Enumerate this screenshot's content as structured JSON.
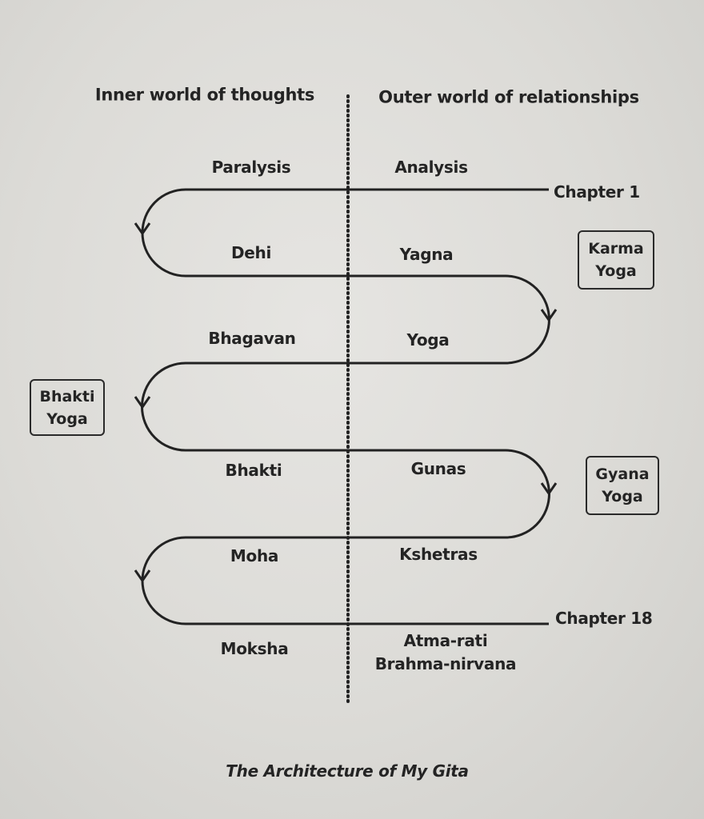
{
  "headers": {
    "inner": "Inner world of thoughts",
    "outer": "Outer world of relationships"
  },
  "rows": [
    {
      "inner": "Paralysis",
      "outer": "Analysis"
    },
    {
      "inner": "Dehi",
      "outer": "Yagna"
    },
    {
      "inner": "Bhagavan",
      "outer": "Yoga"
    },
    {
      "inner": "Bhakti",
      "outer": "Gunas"
    },
    {
      "inner": "Moha",
      "outer": "Kshetras"
    },
    {
      "inner": "Moksha",
      "outer": "Atma-rati",
      "outer_line2": "Brahma-nirvana"
    }
  ],
  "chapters": {
    "start": "Chapter 1",
    "end": "Chapter 18"
  },
  "boxes": {
    "karma": {
      "line1": "Karma",
      "line2": "Yoga"
    },
    "bhakti": {
      "line1": "Bhakti",
      "line2": "Yoga"
    },
    "gyana": {
      "line1": "Gyana",
      "line2": "Yoga"
    }
  },
  "caption": "The Architecture of My Gita"
}
